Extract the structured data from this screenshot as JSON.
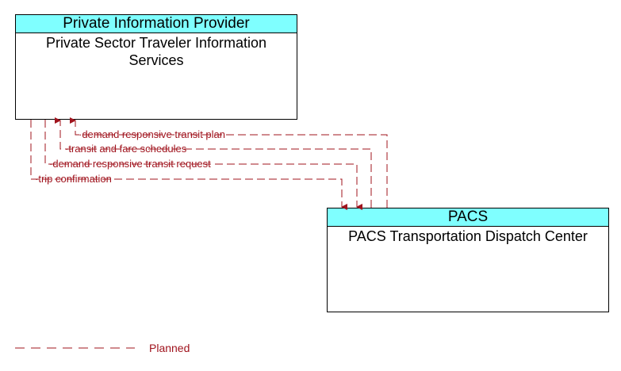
{
  "top_box": {
    "header": "Private Information Provider",
    "body": "Private Sector Traveler Information Services"
  },
  "bottom_box": {
    "header": "PACS",
    "body": "PACS Transportation Dispatch Center"
  },
  "flows": [
    {
      "label": "demand responsive transit plan",
      "direction": "to-top"
    },
    {
      "label": "transit and fare schedules",
      "direction": "to-top"
    },
    {
      "label": "demand responsive transit request",
      "direction": "to-bottom"
    },
    {
      "label": "trip confirmation",
      "direction": "to-bottom"
    }
  ],
  "legend": {
    "planned_label": "Planned"
  },
  "colors": {
    "flow": "#a0141e",
    "header_fill": "#7fffff"
  }
}
